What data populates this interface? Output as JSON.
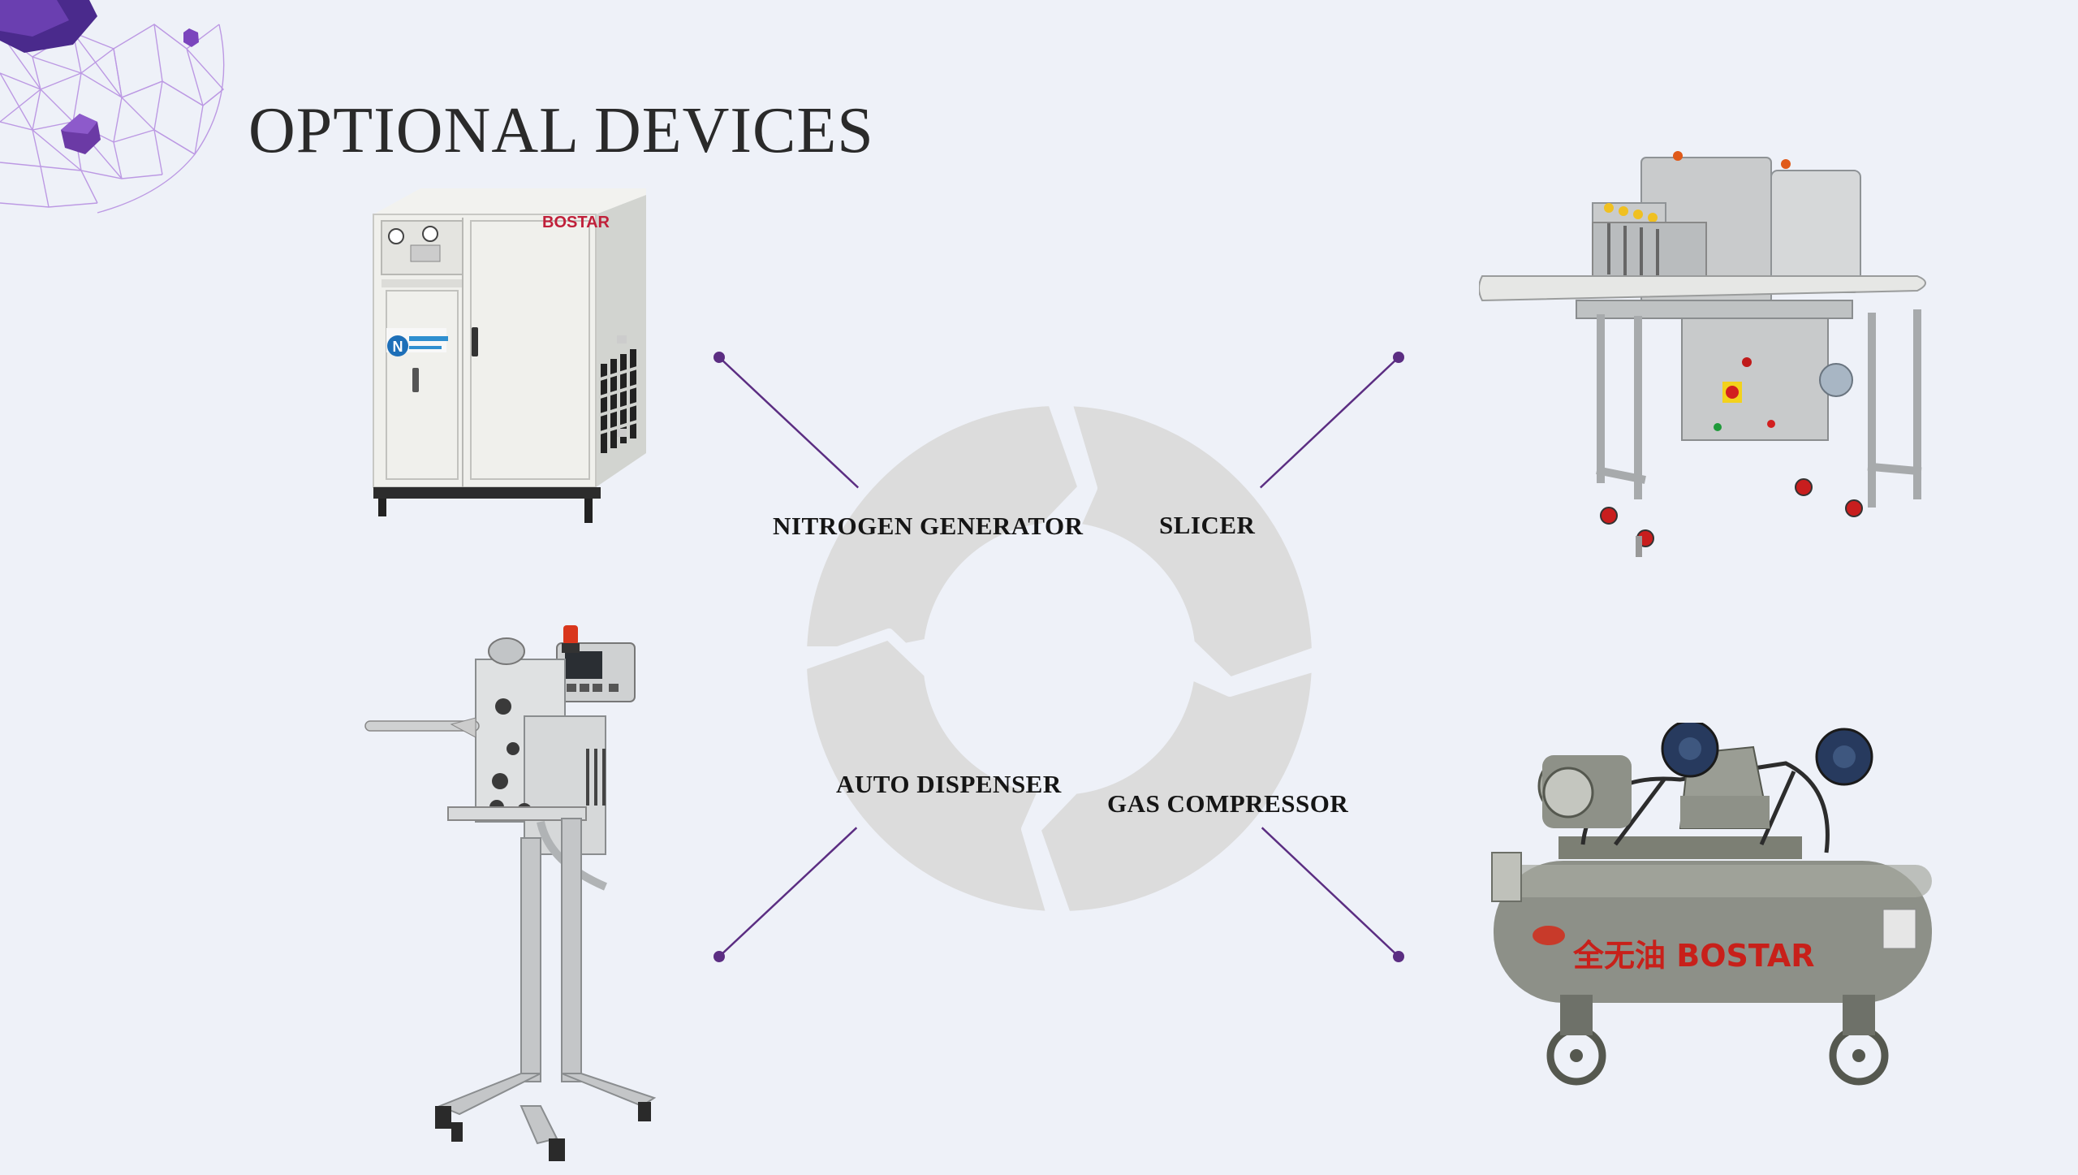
{
  "title": "OPTIONAL DEVICES",
  "labels": {
    "nitrogen": "NITROGEN GENERATOR",
    "slicer": "SLICER",
    "dispenser": "AUTO DISPENSER",
    "compressor": "GAS COMPRESSOR"
  },
  "devices": {
    "nitrogen_brand": "BOSTAR",
    "nitrogen_badge": "N",
    "compressor_brand": "全无油 BOSTAR"
  },
  "colors": {
    "background": "#eef1f8",
    "accent": "#5b2d82",
    "ring": "#dcdcdc"
  }
}
